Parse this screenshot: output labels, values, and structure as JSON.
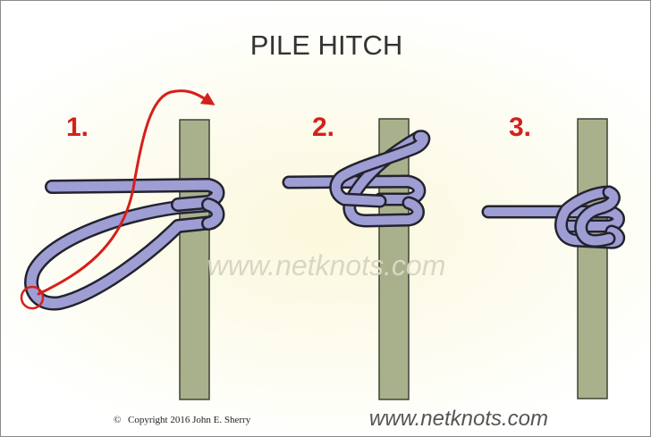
{
  "title": "PILE HITCH",
  "steps": [
    "1.",
    "2.",
    "3."
  ],
  "watermark": "www.netknots.com",
  "footer": {
    "copyright": "Copyright  2016  John E. Sherry",
    "copyright_symbol": "©",
    "site": "www.netknots.com"
  },
  "colors": {
    "rope": "#9e9ed4",
    "rope_outline": "#23232f",
    "pole": "#a9b18c",
    "arrow": "#d5201a",
    "step_label": "#d5201a"
  },
  "icons": {
    "arrow": "curved-arrow-icon",
    "marker": "circle-marker-icon"
  }
}
